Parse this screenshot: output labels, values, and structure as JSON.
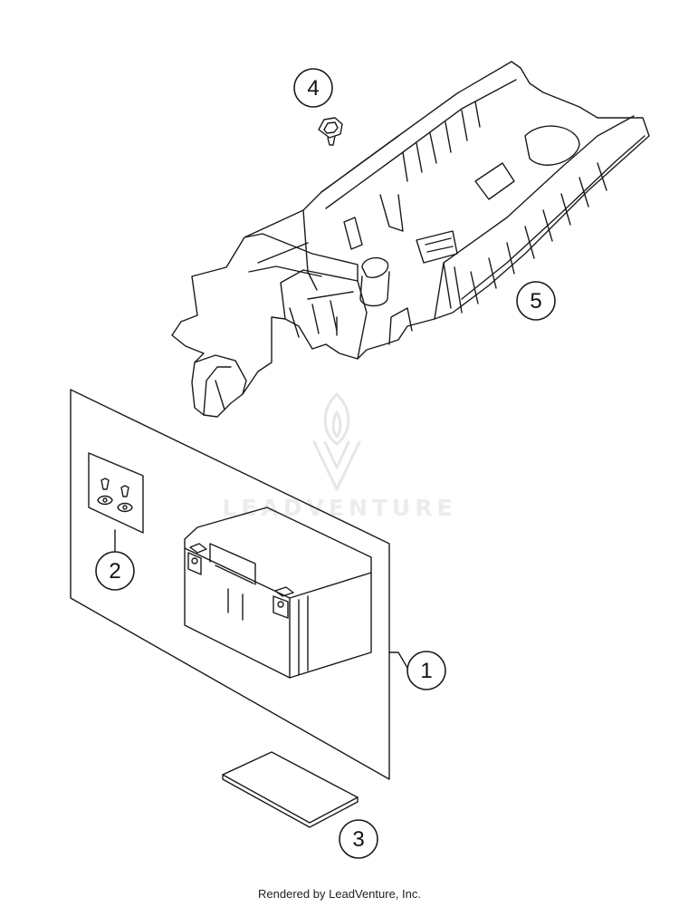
{
  "callouts": [
    {
      "number": "1",
      "part": "battery"
    },
    {
      "number": "2",
      "part": "terminal-screw-kit"
    },
    {
      "number": "3",
      "part": "battery-pad"
    },
    {
      "number": "4",
      "part": "screw"
    },
    {
      "number": "5",
      "part": "battery-holder"
    }
  ],
  "watermark": {
    "text": "LEADVENTURE"
  },
  "footer": {
    "text": "Rendered by LeadVenture, Inc."
  },
  "colors": {
    "line": "#1a1a1a",
    "background": "#ffffff",
    "watermark": "#ececec"
  }
}
